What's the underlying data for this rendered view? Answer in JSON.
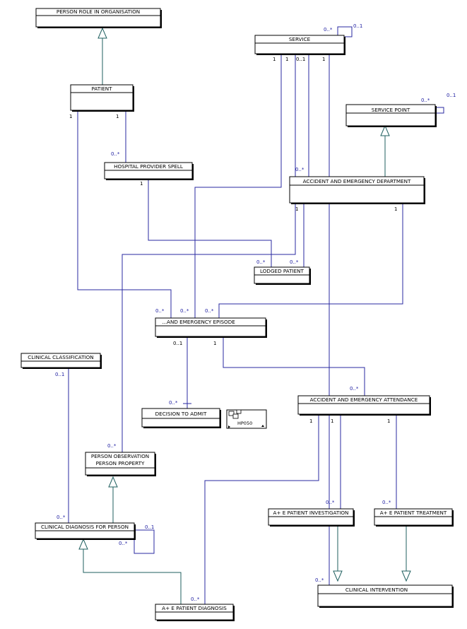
{
  "classes": {
    "person_role": "PERSON ROLE IN ORGANISATION",
    "patient": "PATIENT",
    "service": "SERVICE",
    "service_point": "SERVICE POINT",
    "hospital_provider_spell": "HOSPITAL PROVIDER SPELL",
    "ae_department": "ACCIDENT AND EMERGENCY DEPARTMENT",
    "lodged_patient": "LODGED PATIENT",
    "ae_episode": "...AND EMERGENCY EPISODE",
    "clinical_classification": "CLINICAL CLASSIFICATION",
    "decision_to_admit": "DECISION TO ADMIT",
    "ae_attendance": "ACCIDENT AND EMERGENCY ATTENDANCE",
    "person_observation_1": "PERSON OBSERVATION",
    "person_observation_2": "PERSON PROPERTY",
    "clinical_diagnosis": "CLINICAL DIAGNOSIS FOR PERSON",
    "ae_investigation": "A+ E PATIENT INVESTIGATION",
    "ae_treatment": "A+ E PATIENT TREATMENT",
    "clinical_intervention": "CLINICAL INTERVENTION",
    "ae_diagnosis": "A+ E PATIENT DIAGNOSIS"
  },
  "note_icon": {
    "label": "HP050"
  },
  "multiplicities": {
    "svc_self_many": "0..*",
    "svc_self_one": "0..1",
    "sp_self_many": "0..*",
    "sp_self_one": "0..1",
    "svc_1a": "1",
    "svc_1b": "1",
    "svc_01": "0..1",
    "svc_1c": "1",
    "pat_1a": "1",
    "pat_1b": "1",
    "hps_many": "0..*",
    "hps_1": "1",
    "aed_many": "0..*",
    "aed_1a": "1",
    "aed_1b": "1",
    "lp_many_a": "0..*",
    "lp_many_b": "0..*",
    "ep_many_a": "0..*",
    "ep_many_b": "0..*",
    "ep_many_c": "0..*",
    "ep_01": "0..1",
    "ep_1": "1",
    "dta_many": "0..*",
    "cc_01": "0..1",
    "att_many": "0..*",
    "att_1a": "1",
    "att_1b": "1",
    "att_1c": "1",
    "po_many": "0..*",
    "cd_many": "0..*",
    "cd_self_01": "0..1",
    "cd_self_many": "0..*",
    "inv_many": "0..*",
    "trt_many": "0..*",
    "ci_many": "0..*",
    "dx_many": "0..*"
  }
}
